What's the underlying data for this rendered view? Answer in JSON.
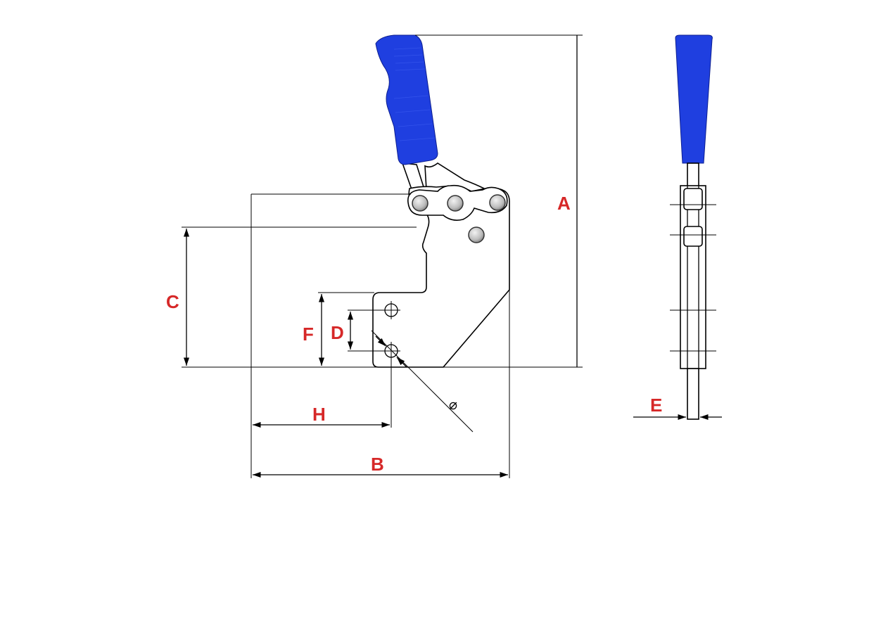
{
  "drawing": {
    "labels": {
      "A": "A",
      "B": "B",
      "C": "C",
      "D": "D",
      "E": "E",
      "F": "F",
      "H": "H",
      "diameter": "⌀"
    },
    "colors": {
      "handle": "#1f3fe0",
      "label": "#d62828",
      "line": "#000000",
      "pin": "#bdbdbd"
    }
  }
}
